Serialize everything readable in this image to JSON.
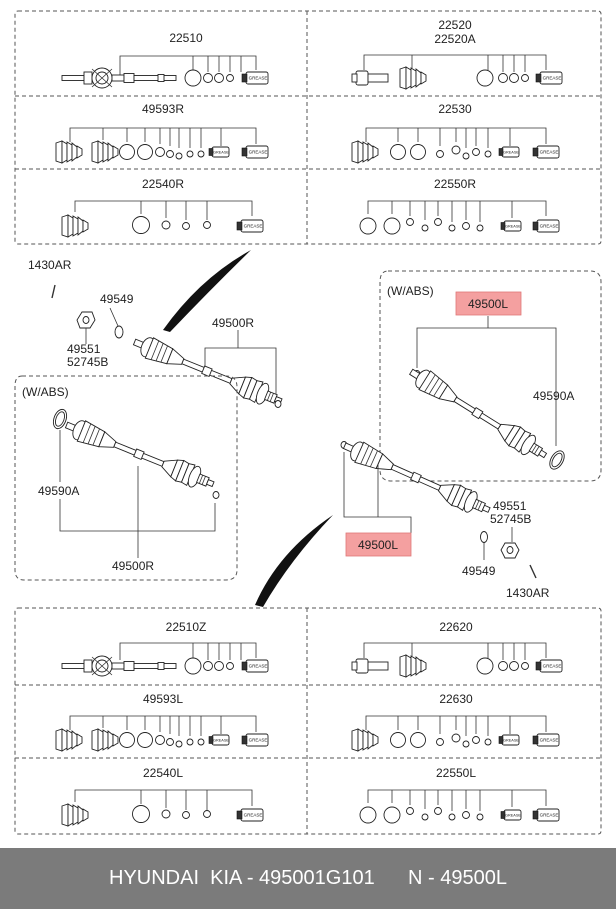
{
  "top_panels": {
    "p1": {
      "label": "22510"
    },
    "p2": {
      "label1": "22520",
      "label2": "22520A"
    },
    "p3": {
      "label": "49593R"
    },
    "p4": {
      "label": "22530"
    },
    "p5": {
      "label": "22540R"
    },
    "p6": {
      "label": "22550R"
    }
  },
  "bottom_panels": {
    "p1": {
      "label": "22510Z"
    },
    "p2": {
      "label": "22620"
    },
    "p3": {
      "label": "49593L"
    },
    "p4": {
      "label": "22630"
    },
    "p5": {
      "label": "22540L"
    },
    "p6": {
      "label": "22550L"
    }
  },
  "middle": {
    "bolt_left": "1430AR",
    "washer_left": "49549",
    "nut_left_a": "49551",
    "nut_left_b": "52745B",
    "shaft_right_top": "49500R",
    "abs_left_title": "(W/ABS)",
    "ring_left": "49590A",
    "shaft_right_bottom": "49500R",
    "abs_right_title": "(W/ABS)",
    "shaft_left_top": "49500L",
    "ring_right": "49590A",
    "nut_right_a": "49551",
    "nut_right_b": "52745B",
    "shaft_left_bottom": "49500L",
    "washer_right": "49549",
    "bolt_right": "1430AR"
  },
  "grease_label": "GREASE",
  "highlight_color": "#f4a0a0",
  "footer": {
    "text": "HYUNDAI  KIA - 495001G101      N - 49500L"
  }
}
